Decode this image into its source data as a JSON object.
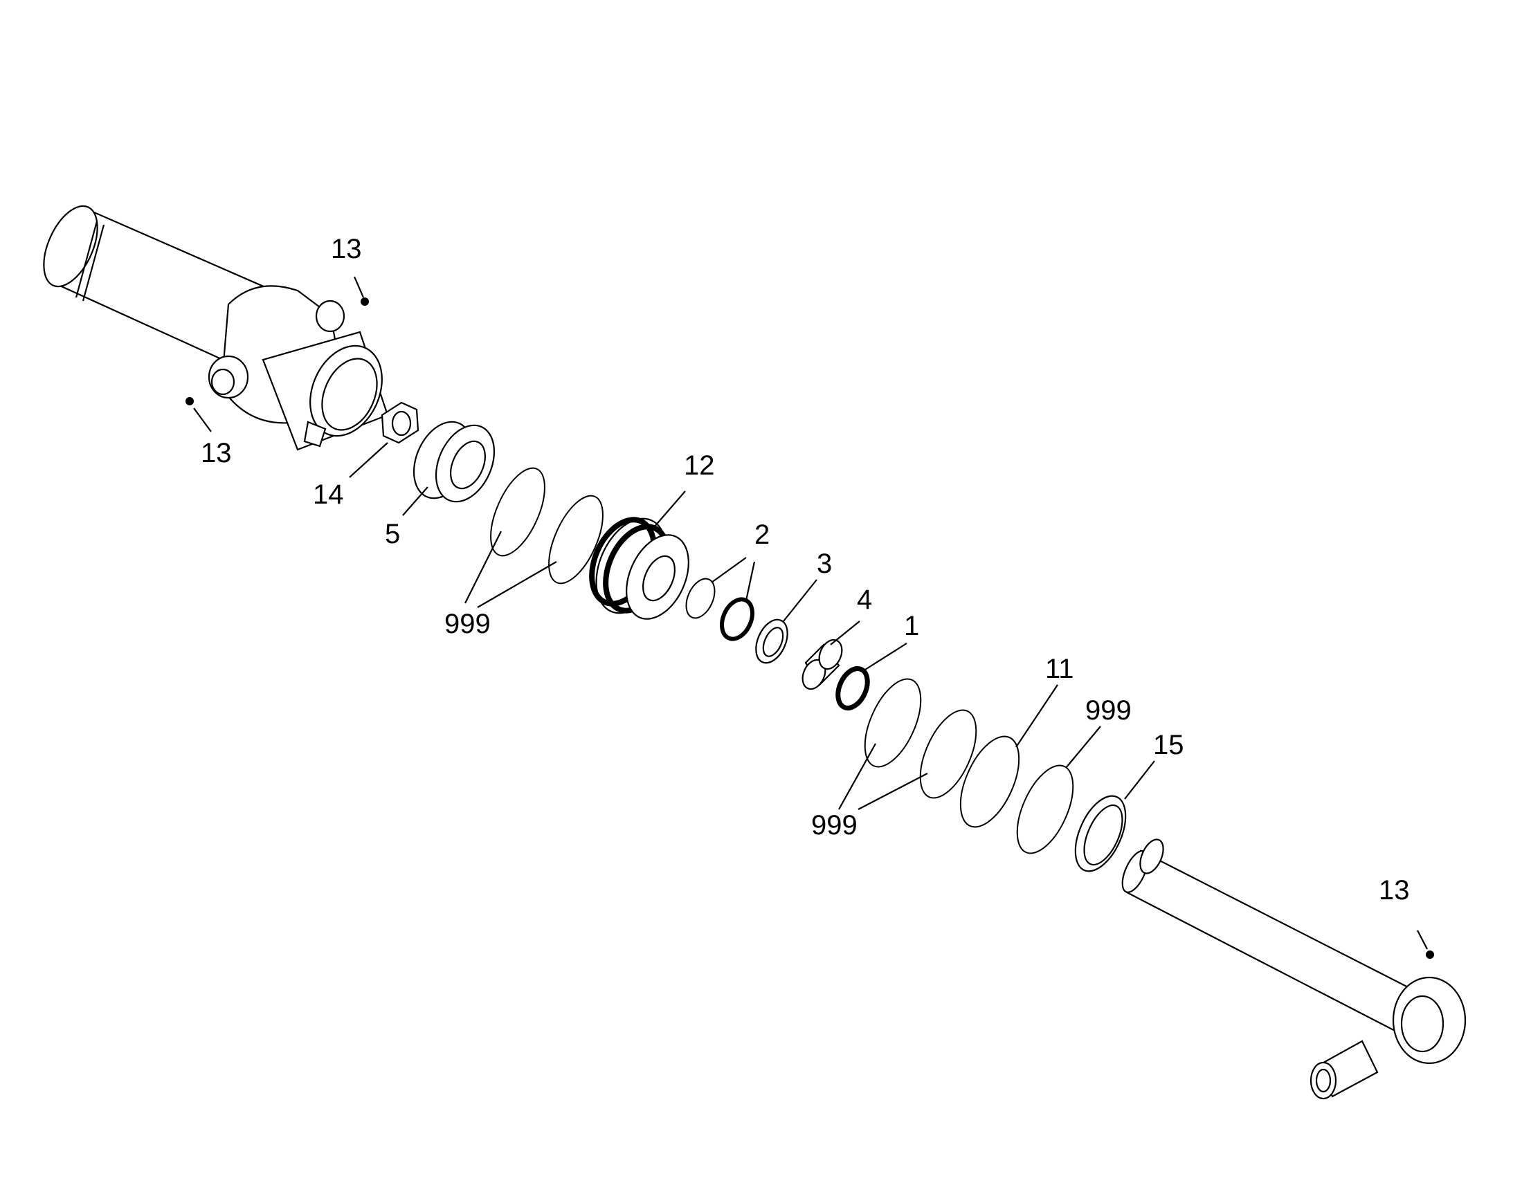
{
  "diagram": {
    "callouts": {
      "c13a": "13",
      "c13b": "13",
      "c13c": "13",
      "c14": "14",
      "c5": "5",
      "c999a": "999",
      "c12": "12",
      "c2": "2",
      "c3": "3",
      "c4": "4",
      "c1": "1",
      "c11": "11",
      "c999b": "999",
      "c15": "15",
      "c999c": "999"
    }
  }
}
